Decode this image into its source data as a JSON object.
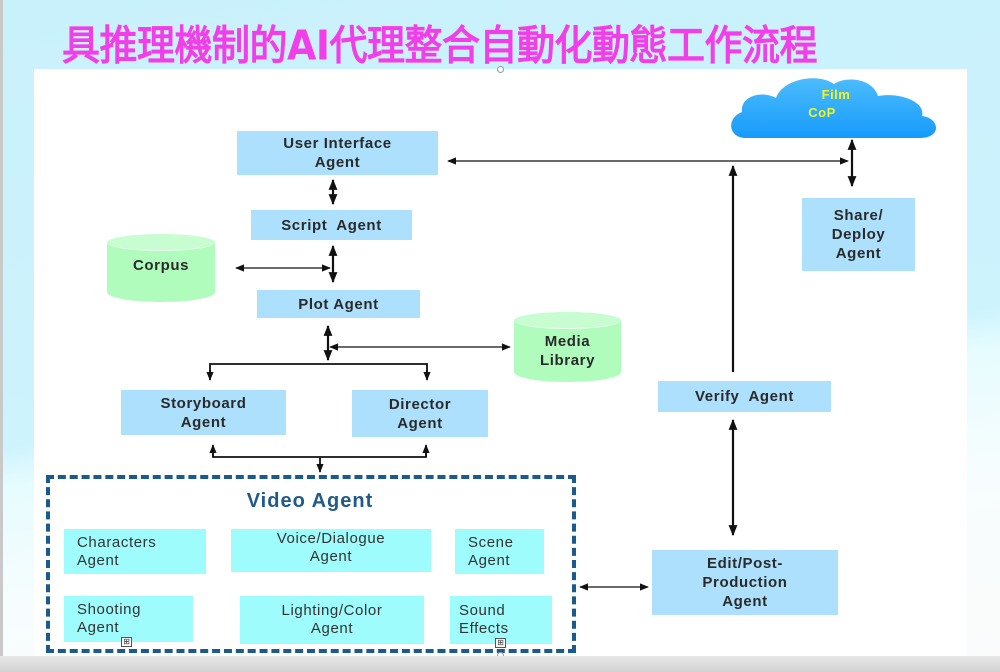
{
  "title": "具推理機制的AI代理整合自動化動態工作流程",
  "colors": {
    "title": "#f23ee8",
    "agent_box": "#ade0fd",
    "sub_agent_box": "#9ffcfd",
    "database": "#b0fcbc",
    "cloud": "#1ea3fb",
    "cloud_text": "#f4f41e",
    "video_frame": "#1b5a8c"
  },
  "diagram": {
    "cloud": {
      "line1": "Film",
      "line2": "CoP"
    },
    "agents": {
      "user_interface": {
        "line1": "User Interface",
        "line2": "Agent"
      },
      "script": {
        "line1": "Script  Agent"
      },
      "plot": {
        "line1": "Plot Agent"
      },
      "storyboard": {
        "line1": "Storyboard",
        "line2": "Agent"
      },
      "director": {
        "line1": "Director",
        "line2": "Agent"
      },
      "share_deploy": {
        "line1": "Share/",
        "line2": "Deploy",
        "line3": "Agent"
      },
      "verify": {
        "line1": "Verify  Agent"
      },
      "edit_post": {
        "line1": "Edit/Post-",
        "line2": "Production",
        "line3": "Agent"
      }
    },
    "databases": {
      "corpus": {
        "line1": "Corpus"
      },
      "media_library": {
        "line1": "Media",
        "line2": "Library"
      }
    },
    "video_agent": {
      "title": "Video Agent",
      "sub_agents": [
        {
          "line1": "Characters",
          "line2": "Agent"
        },
        {
          "line1": "Voice/Dialogue",
          "line2": "Agent"
        },
        {
          "line1": "Scene",
          "line2": "Agent"
        },
        {
          "line1": "Shooting",
          "line2": "Agent"
        },
        {
          "line1": "Lighting/Color",
          "line2": "Agent"
        },
        {
          "line1": "Sound",
          "line2": "Effects"
        }
      ],
      "expand_icon": "⊞"
    },
    "connections": [
      {
        "from": "User Interface Agent",
        "to": "Script Agent",
        "type": "bidirectional"
      },
      {
        "from": "Script Agent",
        "to": "Plot Agent",
        "type": "bidirectional"
      },
      {
        "from": "Corpus",
        "to": "Script-Plot link",
        "type": "bidirectional"
      },
      {
        "from": "Plot Agent",
        "to": "Media Library",
        "type": "bidirectional"
      },
      {
        "from": "Plot Agent",
        "to": "Storyboard Agent",
        "type": "directed"
      },
      {
        "from": "Plot Agent",
        "to": "Director Agent",
        "type": "directed"
      },
      {
        "from": "Storyboard/Director",
        "to": "Video Agent",
        "type": "directed"
      },
      {
        "from": "User Interface Agent",
        "to": "Film CoP",
        "type": "bidirectional"
      },
      {
        "from": "Film CoP",
        "to": "Share/Deploy Agent",
        "type": "bidirectional"
      },
      {
        "from": "Verify Agent",
        "to": "UI-Cloud link",
        "type": "directed"
      },
      {
        "from": "Verify Agent",
        "to": "Edit/Post-Production Agent",
        "type": "bidirectional"
      },
      {
        "from": "Video Agent",
        "to": "Edit/Post-Production Agent",
        "type": "bidirectional"
      }
    ]
  }
}
